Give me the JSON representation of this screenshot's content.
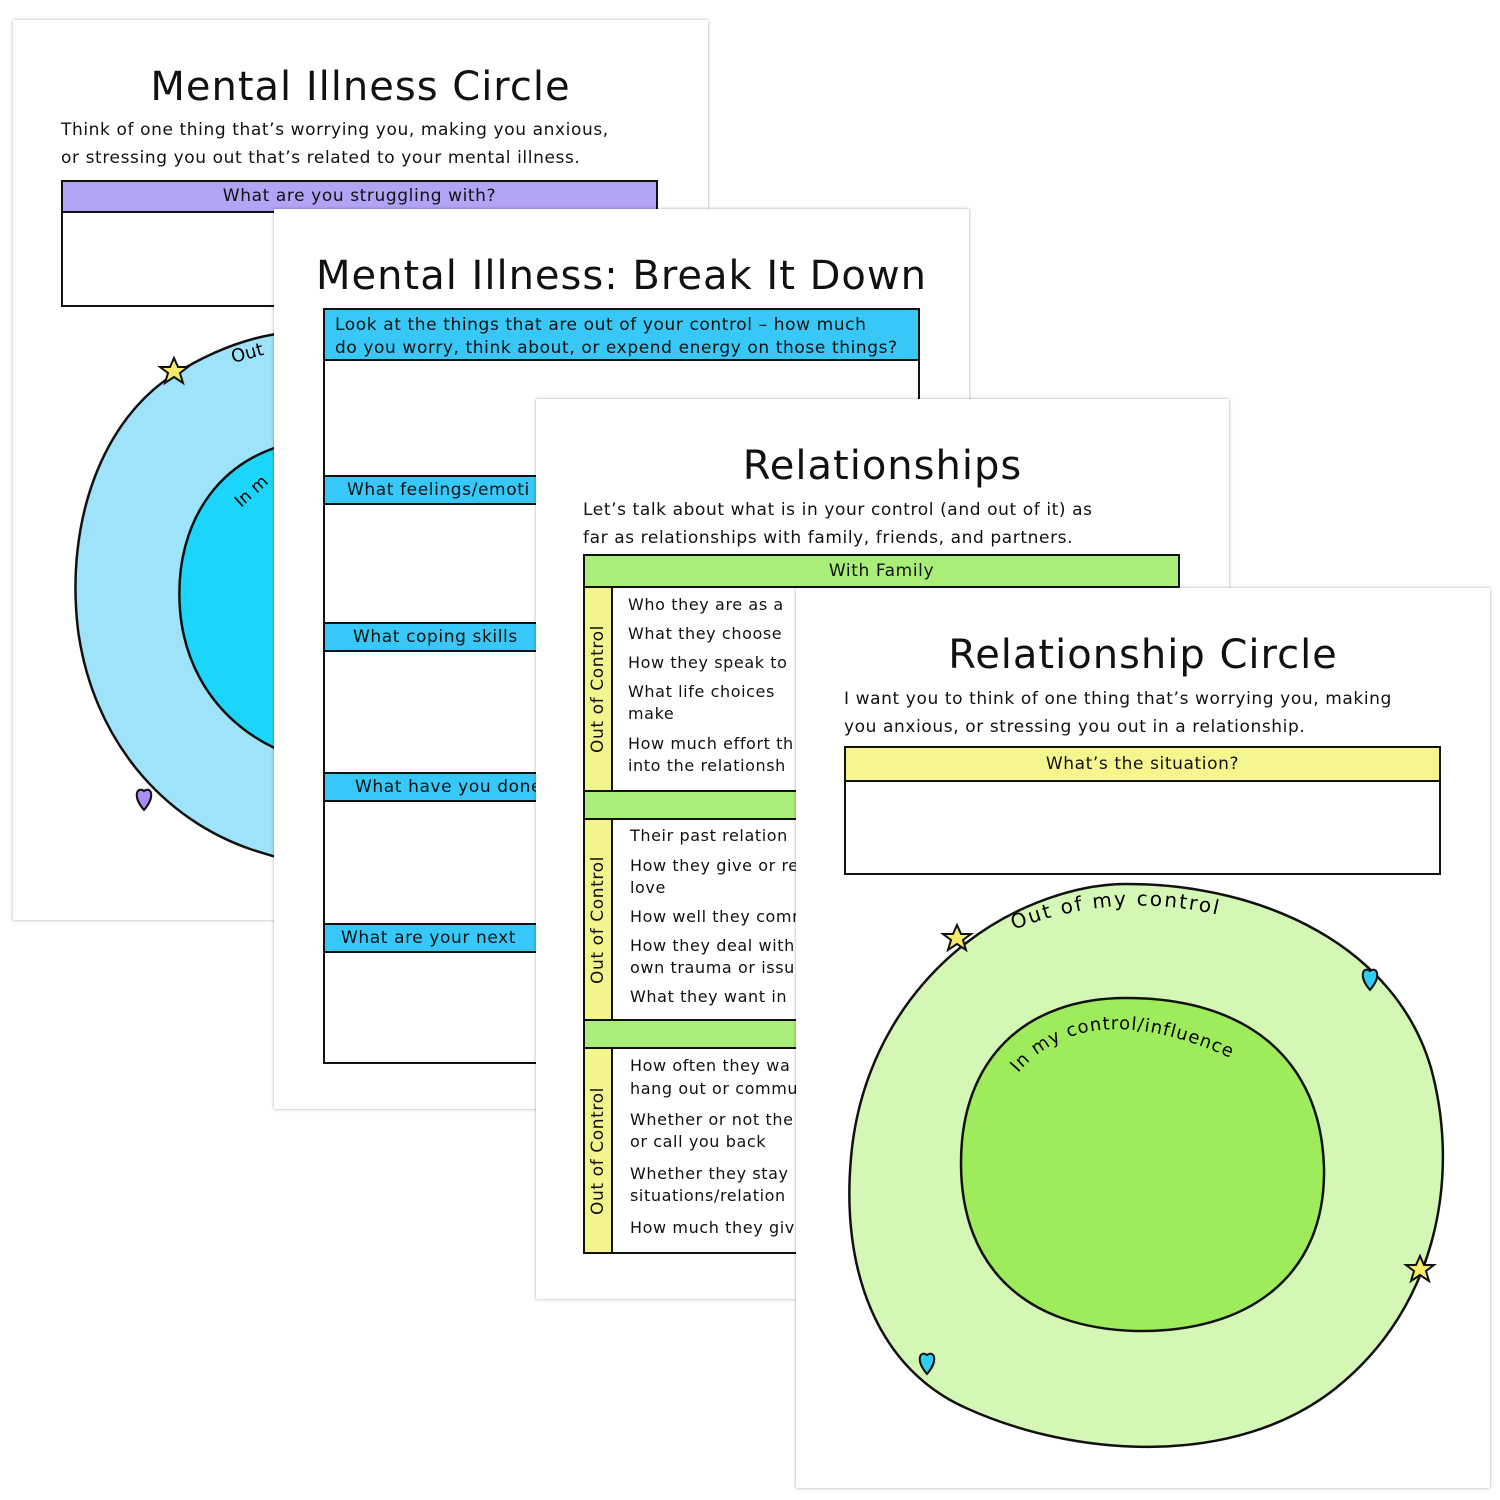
{
  "page1": {
    "title": "Mental Illness Circle",
    "intro_line1": "Think of one thing that’s worrying you, making you anxious,",
    "intro_line2": "or stressing you out that’s related to your mental illness.",
    "question": "What are you struggling with?",
    "outer_label": "Out",
    "inner_label": "In m",
    "colors": {
      "header": "#b3a3f5",
      "outer": "#9fe3fb",
      "inner": "#1bd5fb",
      "star": "#f5ec6a",
      "heart": "#a98cf2"
    }
  },
  "page2": {
    "title": "Mental Illness: Break It Down",
    "bar1_line1": "Look at the things that are out of your control – how much",
    "bar1_line2": "do you worry, think about, or expend energy on those things?",
    "bar2": "What feelings/emoti",
    "bar3": "What coping skills",
    "bar4": "What have you done",
    "bar5": "What are your next",
    "colors": {
      "bar": "#37c8f7"
    }
  },
  "page3": {
    "title": "Relationships",
    "intro_line1": "Let’s talk about what is in your control (and out of it) as",
    "intro_line2": "far as relationships with family, friends, and partners.",
    "section_header": "With Family",
    "side_label": "Out of Control",
    "group1": [
      "Who they are as a",
      "What they choose",
      "How they speak to",
      "What life choices",
      "make",
      "How much effort th",
      "into the relationsh"
    ],
    "group2": [
      "Their past relation",
      "How they give or re",
      "love",
      "How well they comm",
      "How they deal with",
      "own trauma or issu",
      "What they want in"
    ],
    "group3": [
      "How often they wa",
      "hang out or commu",
      "Whether or not the",
      "or call you back",
      "Whether they stay",
      "situations/relation",
      "How much they give"
    ],
    "colors": {
      "header": "#a8ee78",
      "side": "#f4f48f"
    }
  },
  "page4": {
    "title": "Relationship Circle",
    "intro_line1": "I want you to think of one thing that’s worrying you, making",
    "intro_line2": "you anxious, or stressing you out in a relationship.",
    "question": "What’s the situation?",
    "outer_label": "Out of my control",
    "inner_label": "In my control/influence",
    "colors": {
      "header": "#f6f68f",
      "outer": "#d5f7b6",
      "inner": "#9eeb5c",
      "star": "#f5ec6a",
      "heart": "#2ecdf1"
    }
  }
}
